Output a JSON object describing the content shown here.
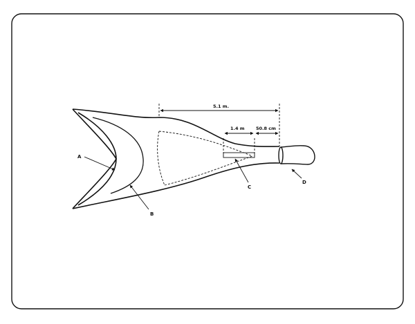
{
  "labels": {
    "a": "A",
    "b": "B",
    "c": "C",
    "d": "D"
  },
  "dimensions": {
    "overall": "5.1 m.",
    "segment1": "1.4 m",
    "segment2": "50.8 cm"
  },
  "colors": {
    "stroke": "#111111",
    "background": "#ffffff"
  }
}
